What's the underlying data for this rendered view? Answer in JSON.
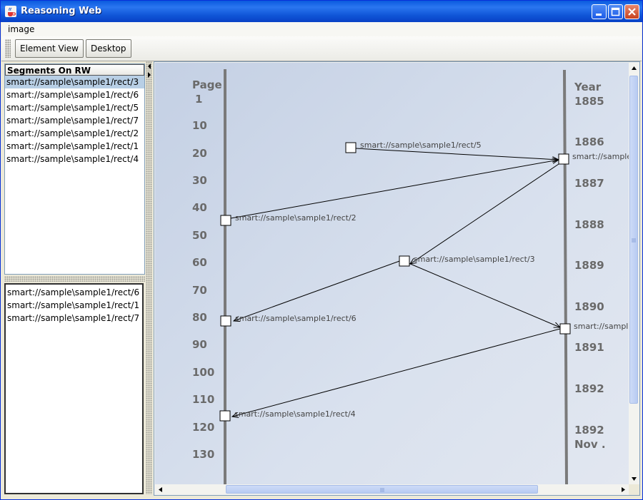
{
  "window": {
    "title": "Reasoning Web"
  },
  "menu": {
    "items": [
      "image"
    ]
  },
  "toolbar": {
    "buttons": [
      "Element View",
      "Desktop"
    ]
  },
  "segments_list": {
    "header": "Segments On RW",
    "items": [
      "smart://sample\\sample1/rect/3",
      "smart://sample\\sample1/rect/6",
      "smart://sample\\sample1/rect/5",
      "smart://sample\\sample1/rect/7",
      "smart://sample\\sample1/rect/2",
      "smart://sample\\sample1/rect/1",
      "smart://sample\\sample1/rect/4"
    ],
    "selected": "smart://sample\\sample1/rect/3"
  },
  "related_list": {
    "items": [
      "smart://sample\\sample1/rect/6",
      "smart://sample\\sample1/rect/1",
      "smart://sample\\sample1/rect/7"
    ]
  },
  "image_view": {
    "left_axis": {
      "title": "Page",
      "ticks": [
        "1",
        "10",
        "20",
        "30",
        "40",
        "50",
        "60",
        "70",
        "80",
        "90",
        "100",
        "110",
        "120",
        "130"
      ]
    },
    "right_axis": {
      "title": "Year",
      "ticks": [
        "1885",
        "1886",
        "1887",
        "1888",
        "1889",
        "1890",
        "1891",
        "1892",
        "1892",
        "Nov ."
      ]
    },
    "segments": [
      "smart://sample\\sample1/rect/5",
      "smart://sample",
      "smart://sample\\sample1/rect/2",
      "smart://sample\\sample1/rect/3",
      "smart://sample\\sample1/rect/6",
      "smart://sampl",
      "smart://sample\\sample1/rect/4"
    ]
  }
}
